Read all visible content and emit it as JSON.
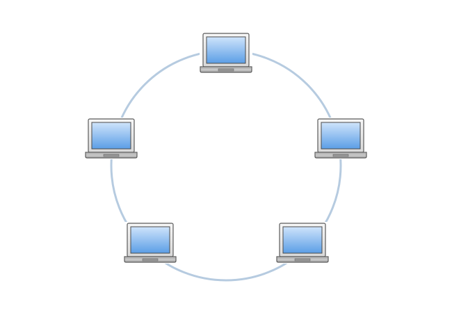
{
  "diagram": {
    "type": "ring-network-topology",
    "node_count": 5,
    "node_icon": "laptop-icon",
    "colors": {
      "ring": "#b6cbe0",
      "screen_top": "#cfe4fb",
      "screen_bottom": "#5b9ee6",
      "bezel": "#e9e9e9",
      "outline": "#5a5a5a",
      "base": "#c8c8c8"
    },
    "nodes": [
      {
        "id": "laptop-top",
        "icon": "laptop-icon"
      },
      {
        "id": "laptop-right",
        "icon": "laptop-icon"
      },
      {
        "id": "laptop-bottom-right",
        "icon": "laptop-icon"
      },
      {
        "id": "laptop-bottom-left",
        "icon": "laptop-icon"
      },
      {
        "id": "laptop-left",
        "icon": "laptop-icon"
      }
    ]
  }
}
